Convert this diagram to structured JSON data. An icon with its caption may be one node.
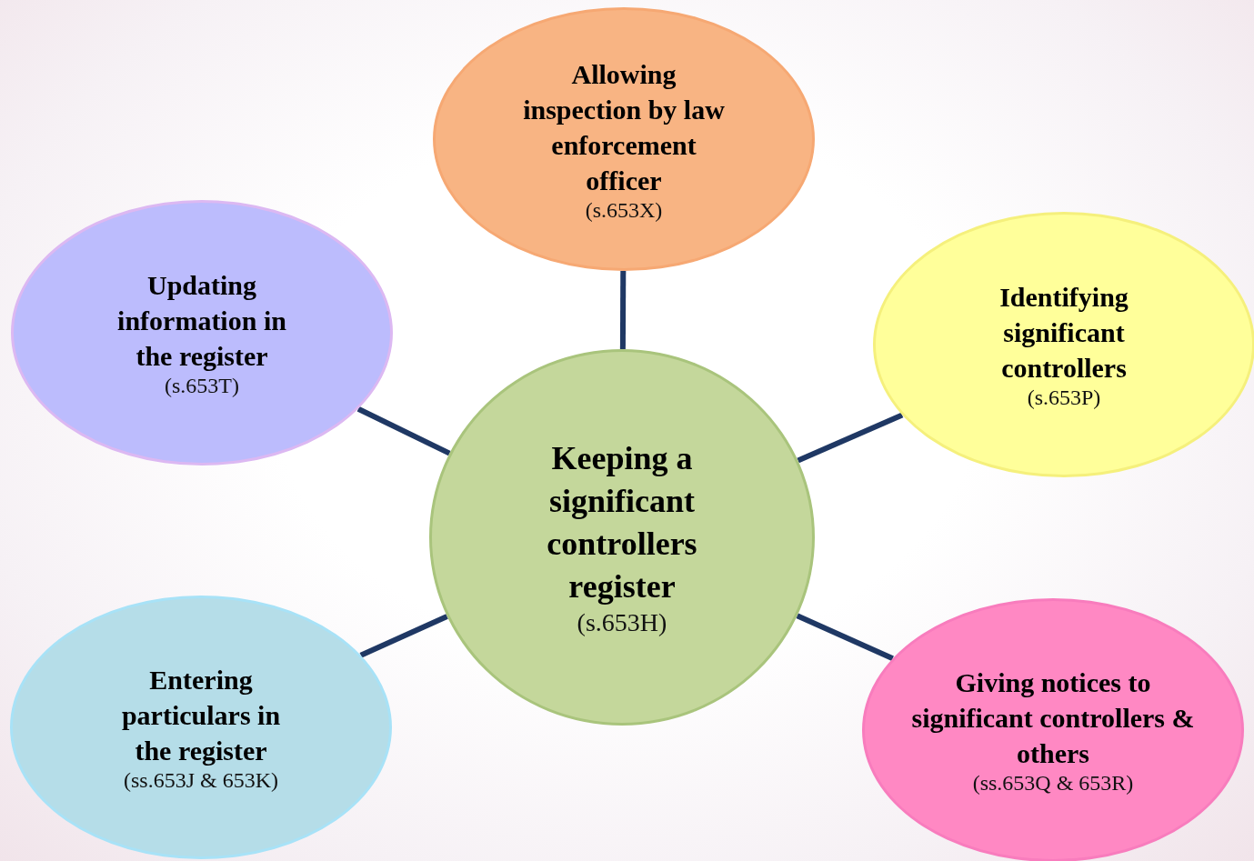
{
  "diagram": {
    "nodes": [
      {
        "text": [
          "Allowing inspection by law enforcement officer",
          "(s.653X)"
        ]
      },
      {
        "text": [
          "Updating information in the register",
          "(s.653T)"
        ]
      },
      {
        "text": [
          "Identifying significant controllers",
          "(s.653P)"
        ]
      },
      {
        "text": [
          "Keeping a significant controllers register",
          "(s.653H)"
        ]
      },
      {
        "text": [
          "Entering particulars in the register",
          "(ss.653J & 653K)"
        ]
      },
      {
        "text": [
          "Giving notices to significant controllers & others",
          "(ss.653Q & 653R)"
        ]
      }
    ],
    "edges": [
      {
        "from": 3,
        "to": 0,
        "arrow": "none"
      },
      {
        "from": 3,
        "to": 1,
        "arrow": "none"
      },
      {
        "from": 3,
        "to": 2,
        "arrow": "none"
      },
      {
        "from": 3,
        "to": 4,
        "arrow": "none"
      },
      {
        "from": 3,
        "to": 5,
        "arrow": "none"
      }
    ]
  }
}
